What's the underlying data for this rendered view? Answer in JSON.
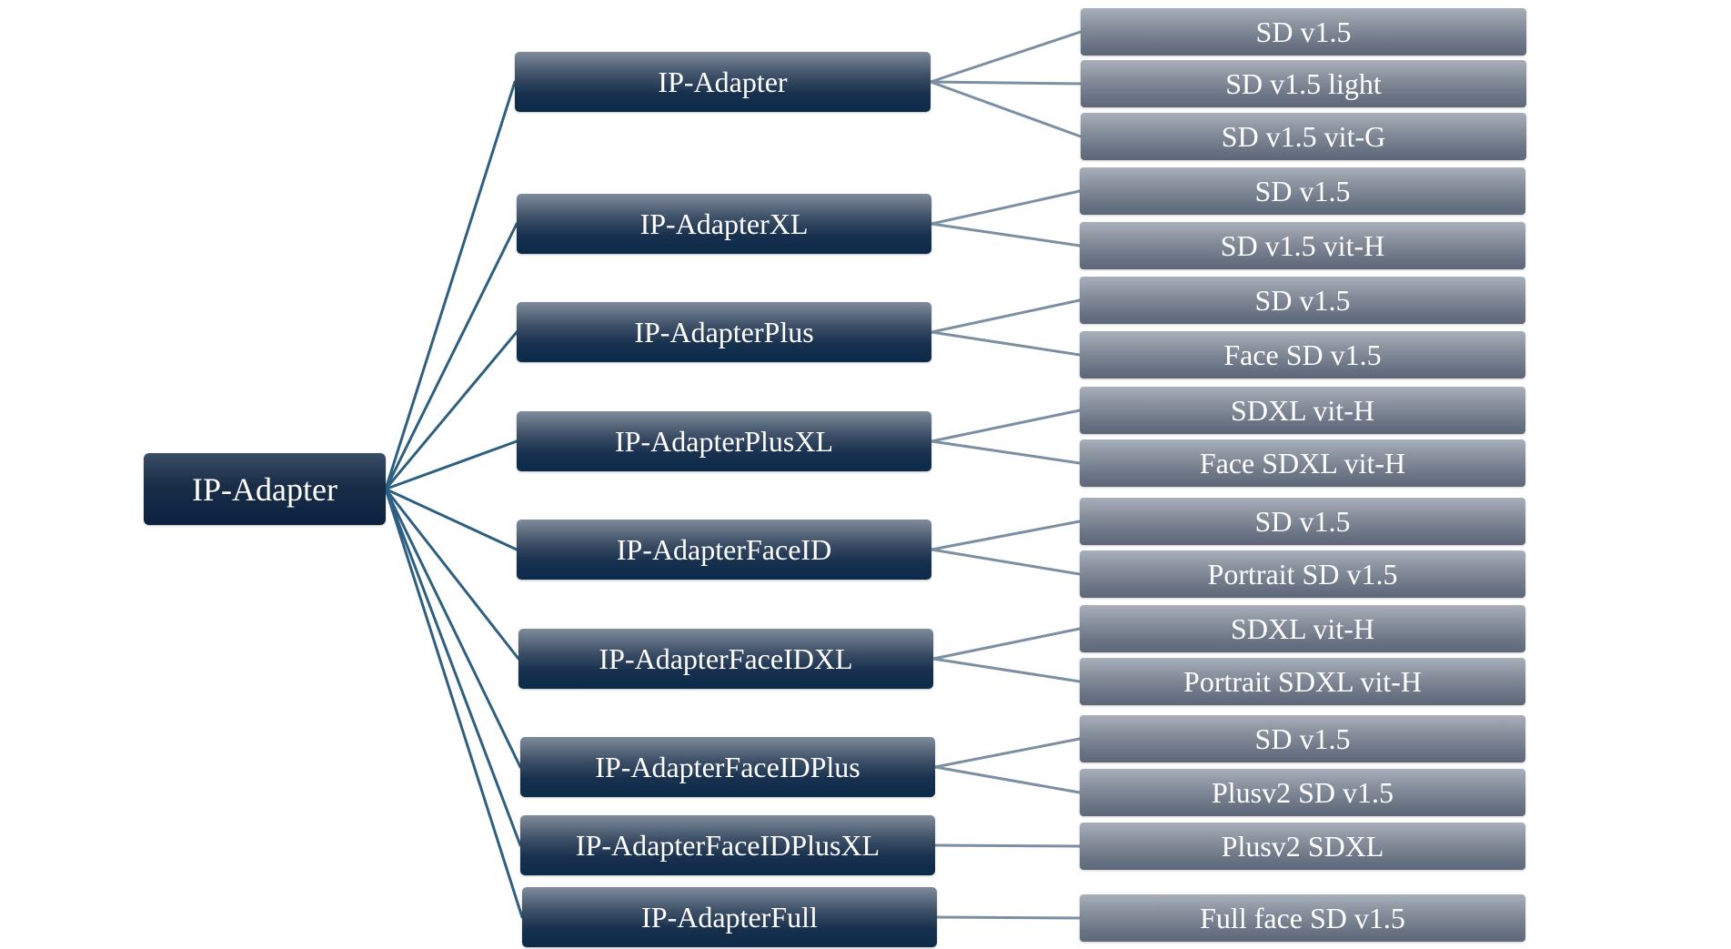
{
  "root": {
    "label": "IP-Adapter"
  },
  "colors": {
    "root_link": "#2e5f80",
    "leaf_link": "#7c8fa2"
  },
  "groups": [
    {
      "label": "IP-Adapter",
      "children": [
        "SD v1.5",
        "SD v1.5 light",
        "SD v1.5 vit-G"
      ]
    },
    {
      "label": "IP-AdapterXL",
      "children": [
        "SD v1.5",
        "SD v1.5 vit-H"
      ]
    },
    {
      "label": "IP-AdapterPlus",
      "children": [
        "SD v1.5",
        "Face SD v1.5"
      ]
    },
    {
      "label": "IP-AdapterPlusXL",
      "children": [
        "SDXL vit-H",
        "Face SDXL vit-H"
      ]
    },
    {
      "label": "IP-AdapterFaceID",
      "children": [
        "SD v1.5",
        "Portrait SD v1.5"
      ]
    },
    {
      "label": "IP-AdapterFaceIDXL",
      "children": [
        "SDXL vit-H",
        "Portrait SDXL vit-H"
      ]
    },
    {
      "label": "IP-AdapterFaceIDPlus",
      "children": [
        "SD v1.5",
        "Plusv2 SD v1.5"
      ]
    },
    {
      "label": "IP-AdapterFaceIDPlusXL",
      "children": [
        "Plusv2 SDXL"
      ]
    },
    {
      "label": "IP-AdapterFull",
      "children": [
        "Full face SD v1.5"
      ]
    }
  ]
}
